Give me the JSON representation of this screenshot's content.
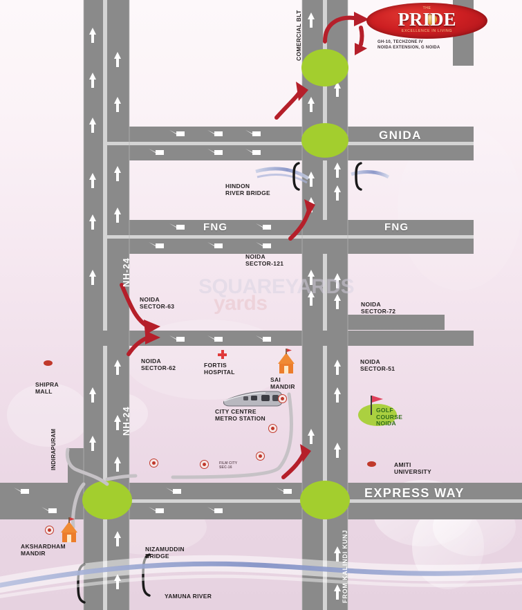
{
  "map": {
    "title": "Pride Location Map",
    "project": {
      "logo_pre": "THE",
      "logo_main": "PRIDE",
      "logo_sub": "EXCELLENCE IN LIVING",
      "address": "GH-10, TECHZONE IV\nNOIDA EXTENSION, G NOIDA"
    },
    "watermark": {
      "line1": "SQUAREYARDS",
      "line2": "yards"
    },
    "roads": [
      {
        "name": "COMERCIAL BLT",
        "orientation": "vertical"
      },
      {
        "name": "GNIDA",
        "orientation": "horizontal"
      },
      {
        "name": "FNG",
        "orientation": "horizontal"
      },
      {
        "name": "FNG",
        "orientation": "horizontal"
      },
      {
        "name": "NH-24",
        "orientation": "vertical"
      },
      {
        "name": "NH-24",
        "orientation": "vertical"
      },
      {
        "name": "EXPRESS WAY",
        "orientation": "horizontal"
      },
      {
        "name": "FROM KALINDI KUNJ",
        "orientation": "vertical"
      }
    ],
    "road_labels": {
      "comercial_blt": "COMERCIAL BLT",
      "gnida": "GNIDA",
      "fng_left": "FNG",
      "fng_right": "FNG",
      "nh24_upper": "NH-24",
      "nh24_lower": "NH-24",
      "express_way": "EXPRESS WAY",
      "from_kalindi_kunj": "FROM KALINDI KUNJ"
    },
    "landmarks": [
      {
        "label": "HINDON\nRIVER BRIDGE",
        "type": "bridge"
      },
      {
        "label": "NOIDA\nSECTOR-121",
        "type": "sector"
      },
      {
        "label": "NOIDA\nSECTOR-63",
        "type": "sector"
      },
      {
        "label": "NOIDA\nSECTOR-62",
        "type": "sector"
      },
      {
        "label": "NOIDA\nSECTOR-72",
        "type": "sector"
      },
      {
        "label": "NOIDA\nSECTOR-51",
        "type": "sector"
      },
      {
        "label": "FORTIS\nHOSPITAL",
        "type": "hospital"
      },
      {
        "label": "SAI\nMANDIR",
        "type": "temple"
      },
      {
        "label": "CITY CENTRE\nMETRO STATION",
        "type": "metro"
      },
      {
        "label": "SHIPRA\nMALL",
        "type": "mall"
      },
      {
        "label": "INDIRAPURAM",
        "type": "area"
      },
      {
        "label": "GOLF\nCOURSE\nNOIDA",
        "type": "golf"
      },
      {
        "label": "AMITI\nUNIVERSITY",
        "type": "university"
      },
      {
        "label": "AKSHARDHAM\nMANDIR",
        "type": "temple"
      },
      {
        "label": "NIZAMUDDIN\nBRIDGE",
        "type": "bridge"
      },
      {
        "label": "YAMUNA RIVER",
        "type": "river"
      },
      {
        "label": "FILM CITY\nSEC-16",
        "type": "area"
      }
    ],
    "landmark_labels": {
      "hindon_river_bridge": "HINDON\nRIVER BRIDGE",
      "noida_sector_121": "NOIDA\nSECTOR-121",
      "noida_sector_63": "NOIDA\nSECTOR-63",
      "noida_sector_62": "NOIDA\nSECTOR-62",
      "noida_sector_72": "NOIDA\nSECTOR-72",
      "noida_sector_51": "NOIDA\nSECTOR-51",
      "fortis_hospital": "FORTIS\nHOSPITAL",
      "sai_mandir": "SAI\nMANDIR",
      "city_centre_metro": "CITY CENTRE\nMETRO STATION",
      "shipra_mall": "SHIPRA\nMALL",
      "indirapuram": "INDIRAPURAM",
      "golf_course_noida": "GOLF\nCOURSE\nNOIDA",
      "amiti_university": "AMITI\nUNIVERSITY",
      "akshardham_mandir": "AKSHARDHAM\nMANDIR",
      "nizamuddin_bridge": "NIZAMUDDIN\nBRIDGE",
      "yamuna_river": "YAMUNA RIVER",
      "film_city": "FILM CITY\nSEC-16"
    },
    "colors": {
      "road": "#8a8a8a",
      "road_edge": "#c9c9c9",
      "roundabout_green": "#a3ce2e",
      "route_arrow_red": "#b51f2a",
      "river_blue": "#8f9ccf",
      "logo_red": "#cd1f22",
      "background_top": "#fdf8fa",
      "background_bottom": "#e6d2e0",
      "label_text": "#231f20",
      "road_text": "#ffffff"
    },
    "roundabouts": 4,
    "route_arrows": 7
  }
}
